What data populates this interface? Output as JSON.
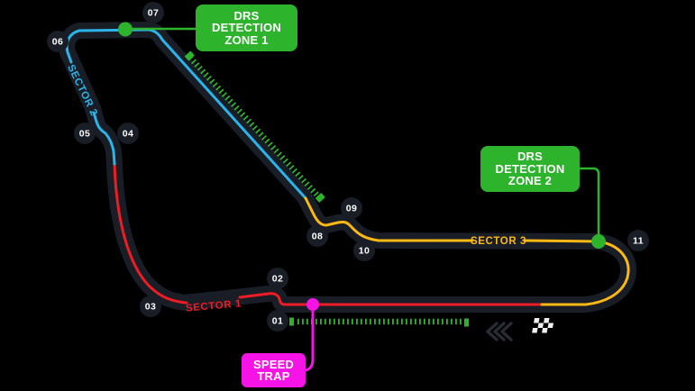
{
  "map": {
    "subject": "Formula 1 circuit track map",
    "sector_count": 3,
    "turn_count": 11
  },
  "colors": {
    "background": "#000000",
    "track": "#191d26",
    "badge": "#191d26",
    "sector1": "#ee1c24",
    "sector2": "#2ab5ea",
    "sector3": "#fcb914",
    "drs": "#2db42c",
    "speed_trap": "#f613e6",
    "text": "#ffffff"
  },
  "sectors": [
    {
      "label": "SECTOR 1"
    },
    {
      "label": "SECTOR 2"
    },
    {
      "label": "SECTOR 3"
    }
  ],
  "turns": [
    {
      "number": "01"
    },
    {
      "number": "02"
    },
    {
      "number": "03"
    },
    {
      "number": "04"
    },
    {
      "number": "05"
    },
    {
      "number": "06"
    },
    {
      "number": "07"
    },
    {
      "number": "08"
    },
    {
      "number": "09"
    },
    {
      "number": "10"
    },
    {
      "number": "11"
    }
  ],
  "callouts": {
    "drs1": [
      "DRS",
      "DETECTION",
      "ZONE 1"
    ],
    "drs2": [
      "DRS",
      "DETECTION",
      "ZONE 2"
    ],
    "speed_trap": [
      "SPEED",
      "TRAP"
    ]
  },
  "icons": {
    "finish_flag": "checkered-flag",
    "direction_arrows": "chevrons-left"
  }
}
